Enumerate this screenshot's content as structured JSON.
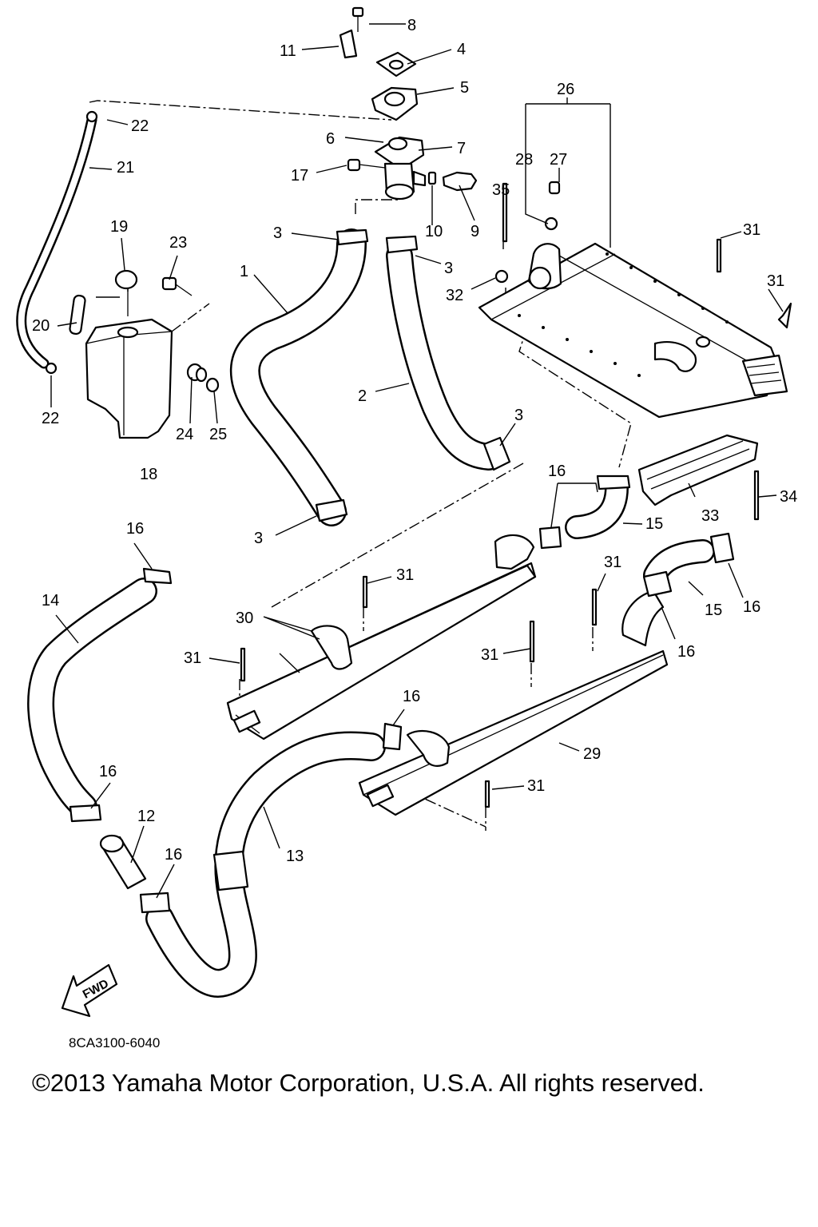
{
  "diagram": {
    "callouts": [
      "1",
      "2",
      "3",
      "3",
      "3",
      "3",
      "4",
      "5",
      "6",
      "7",
      "8",
      "9",
      "10",
      "11",
      "12",
      "13",
      "14",
      "15",
      "15",
      "16",
      "16",
      "16",
      "16",
      "16",
      "16",
      "16",
      "17",
      "18",
      "19",
      "20",
      "21",
      "22",
      "22",
      "23",
      "24",
      "25",
      "26",
      "27",
      "28",
      "29",
      "30",
      "31",
      "31",
      "31",
      "31",
      "31",
      "31",
      "31",
      "32",
      "33",
      "34",
      "35"
    ],
    "fwd_label": "FWD"
  },
  "footer": {
    "drawing_code": "8CA3100-6040",
    "copyright": "©2013 Yamaha Motor Corporation, U.S.A. All rights reserved."
  }
}
